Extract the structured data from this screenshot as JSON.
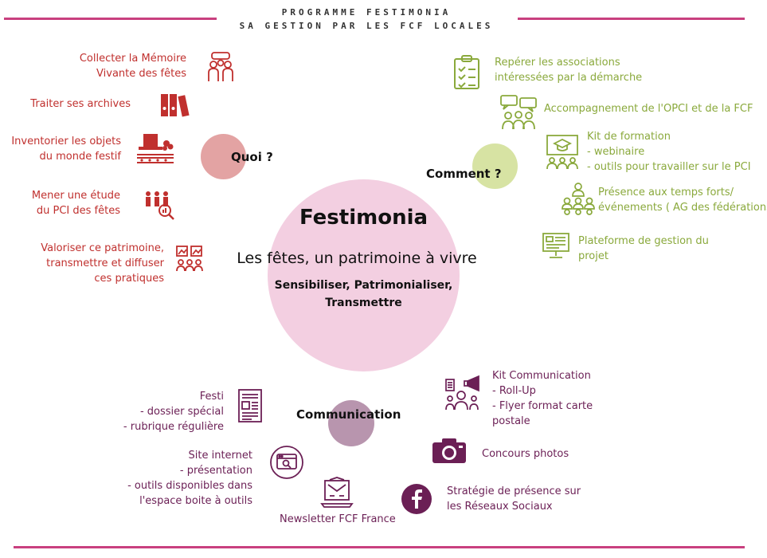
{
  "header": {
    "line1": "PROGRAMME FESTIMONIA",
    "line2": "SA GESTION PAR LES FCF LOCALES"
  },
  "center": {
    "title": "Festimonia",
    "subtitle": "Les fêtes, un patrimoine à vivre",
    "tagline_line1": "Sensibiliser, Patrimonialiser,",
    "tagline_line2": "Transmettre"
  },
  "sections": {
    "quoi": {
      "label": "Quoi ?",
      "items": [
        {
          "line1": "Collecter la Mémoire",
          "line2": "Vivante des fêtes",
          "icon": "people-group-icon"
        },
        {
          "line1": "Traiter ses archives",
          "icon": "binders-icon"
        },
        {
          "line1": "Inventorier les objets",
          "line2": "du monde festif",
          "icon": "festive-hat-icon"
        },
        {
          "line1": "Mener une étude",
          "line2": "du PCI des fêtes",
          "icon": "study-people-icon"
        },
        {
          "line1": "Valoriser ce patrimoine,",
          "line2": "transmettre et diffuser",
          "line3": "ces pratiques",
          "icon": "exhibition-icon"
        }
      ]
    },
    "comment": {
      "label": "Comment ?",
      "items": [
        {
          "line1": "Repérer les associations",
          "line2": "intéressées par la démarche",
          "icon": "checklist-icon"
        },
        {
          "line1": "Accompagnement de l'OPCI et de la FCF",
          "icon": "meeting-icon"
        },
        {
          "line1": "Kit de formation",
          "line2": "- webinaire",
          "line3": "- outils pour travailler sur le PCI",
          "icon": "training-board-icon"
        },
        {
          "line1": "Présence aux temps forts/",
          "line2": "événements ( AG des fédérations)",
          "icon": "assembly-icon"
        },
        {
          "line1": "Plateforme de gestion du",
          "line2": "projet",
          "icon": "monitor-icon"
        }
      ]
    },
    "communication": {
      "label": "Communication",
      "items": [
        {
          "line1": "Festi",
          "line2": "- dossier spécial",
          "line3": "- rubrique régulière",
          "icon": "newspaper-icon"
        },
        {
          "line1": "Site internet",
          "line2": "- présentation",
          "line3": "- outils disponibles dans",
          "line4": "l'espace boite à outils",
          "icon": "website-search-icon"
        },
        {
          "line1": "Newsletter FCF France",
          "icon": "email-laptop-icon"
        },
        {
          "line1": "Kit Communication",
          "line2": "- Roll-Up",
          "line3": "- Flyer format carte",
          "line4": "postale",
          "icon": "megaphone-kit-icon"
        },
        {
          "line1": "Concours photos",
          "icon": "camera-icon"
        },
        {
          "line1": "Stratégie de présence sur",
          "line2": "les Réseaux Sociaux",
          "icon": "facebook-icon"
        }
      ]
    }
  },
  "colors": {
    "accent": "#c9407f",
    "quoi": "#c0302e",
    "comment": "#8aa93c",
    "communication": "#6b1f55",
    "center_circle": "#f3cfe1",
    "quoi_circle": "#e3a3a3",
    "comment_circle": "#d7e3a3",
    "communication_circle": "#b895ae"
  }
}
